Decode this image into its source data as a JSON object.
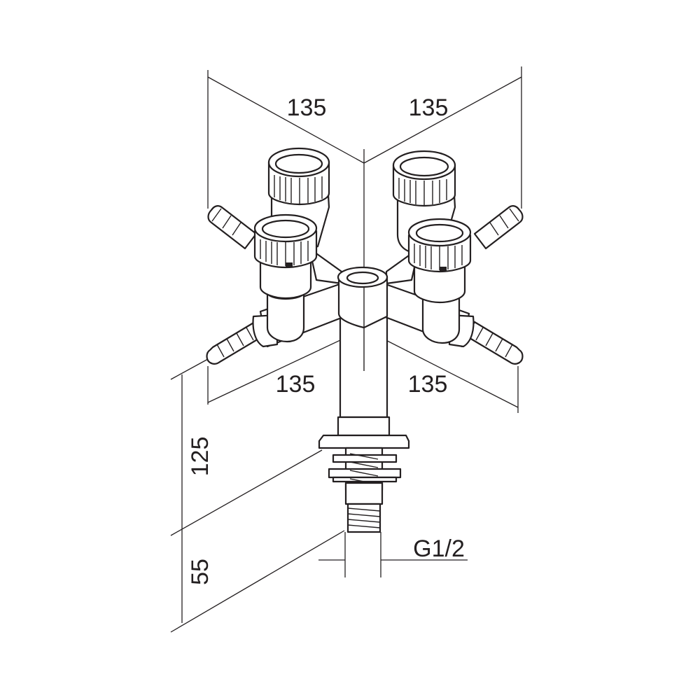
{
  "dimensions": {
    "top_left": "135",
    "top_right": "135",
    "bottom_left": "135",
    "bottom_right": "135",
    "height_upper": "125",
    "height_lower": "55",
    "thread": "G1/2"
  }
}
